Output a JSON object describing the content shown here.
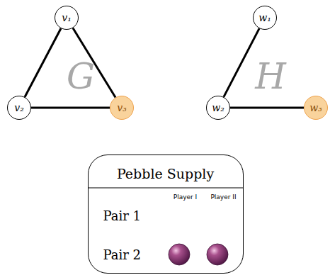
{
  "diagram": {
    "nodes": [
      {
        "text": [
          "v₁"
        ]
      },
      {
        "text": [
          "v₂"
        ]
      },
      {
        "text": [
          "v₃"
        ]
      },
      {
        "text": [
          "w₁"
        ]
      },
      {
        "text": [
          "w₂"
        ]
      },
      {
        "text": [
          "w₃"
        ]
      },
      {
        "text": [
          "Pebble Supply",
          "Player I",
          "Player II",
          "Pair 1",
          "Pair 2"
        ]
      }
    ],
    "edges": [
      {
        "from": 0,
        "to": 1,
        "arrow": "none"
      },
      {
        "from": 1,
        "to": 2,
        "arrow": "none"
      },
      {
        "from": 0,
        "to": 2,
        "arrow": "none"
      },
      {
        "from": 3,
        "to": 4,
        "arrow": "none"
      },
      {
        "from": 4,
        "to": 5,
        "arrow": "none"
      }
    ],
    "labels": [
      "G",
      "H"
    ]
  }
}
